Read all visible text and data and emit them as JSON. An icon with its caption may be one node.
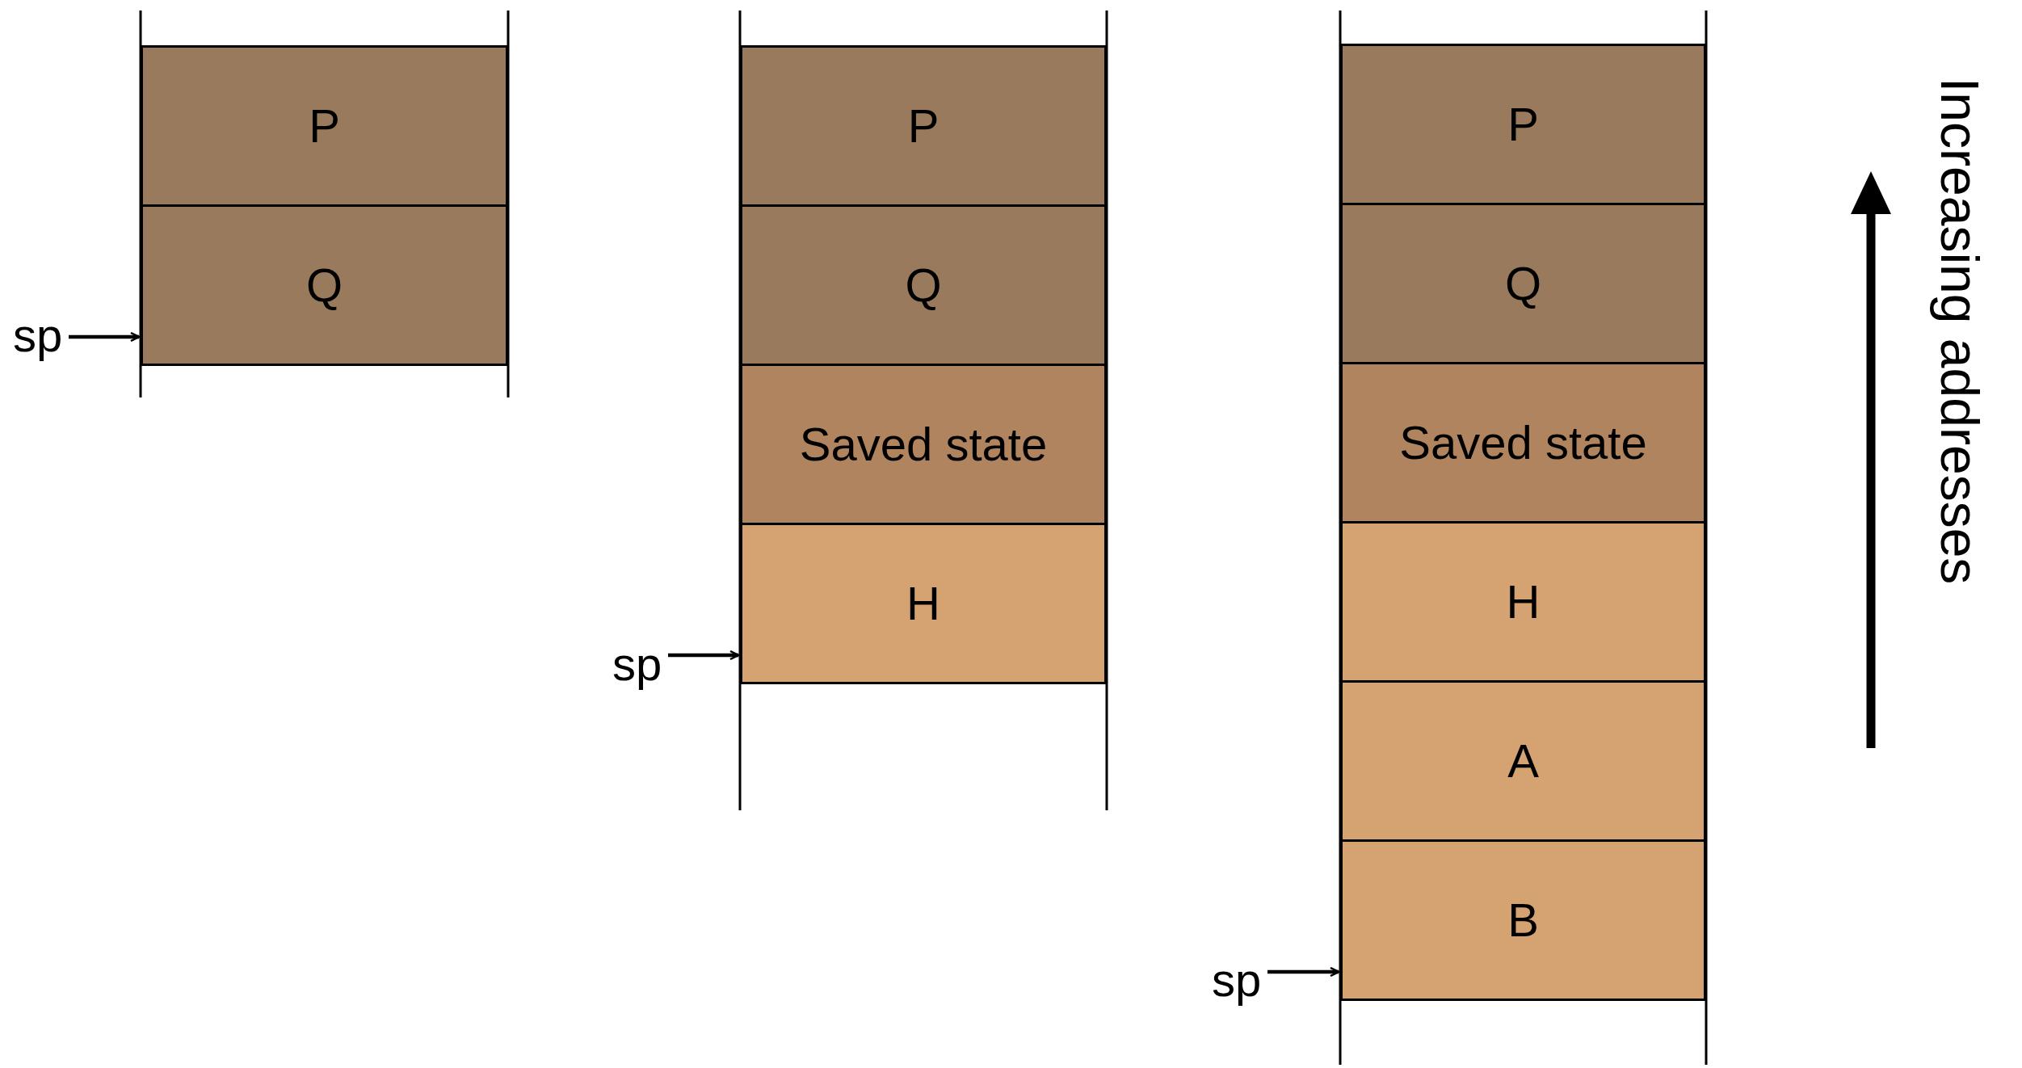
{
  "diagram": {
    "nodes": [
      {
        "text": [
          "P"
        ]
      },
      {
        "text": [
          "Q"
        ]
      },
      {
        "text": [
          "sp"
        ]
      },
      {
        "text": [
          "P"
        ]
      },
      {
        "text": [
          "Q"
        ]
      },
      {
        "text": [
          "Saved state"
        ]
      },
      {
        "text": [
          "H"
        ]
      },
      {
        "text": [
          "sp"
        ]
      },
      {
        "text": [
          "P"
        ]
      },
      {
        "text": [
          "Q"
        ]
      },
      {
        "text": [
          "Saved state"
        ]
      },
      {
        "text": [
          "H"
        ]
      },
      {
        "text": [
          "A"
        ]
      },
      {
        "text": [
          "B"
        ]
      },
      {
        "text": [
          "sp"
        ]
      }
    ],
    "edges": [
      {
        "from": 2,
        "to": 1,
        "arrow": "to"
      },
      {
        "from": 7,
        "to": 6,
        "arrow": "to"
      },
      {
        "from": 14,
        "to": 13,
        "arrow": "to"
      }
    ],
    "labels": [
      "Increasing addresses"
    ]
  }
}
